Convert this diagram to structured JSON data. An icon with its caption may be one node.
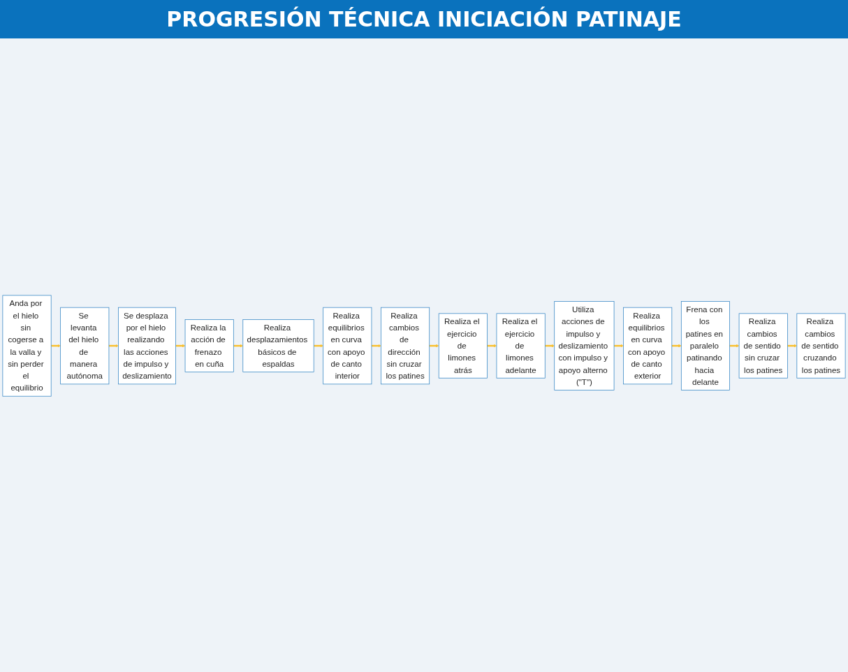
{
  "diagram": {
    "title": "PROGRESIÓN TÉCNICA INICIACIÓN PATINAJE",
    "nodes": [
      {
        "text": [
          "Anda por el hielo sin cogerse a la valla y sin perder el equilibrio"
        ]
      },
      {
        "text": [
          "Se levanta del hielo de manera autónoma"
        ]
      },
      {
        "text": [
          "Se desplaza por el hielo realizando las acciones de impulso y deslizamiento"
        ]
      },
      {
        "text": [
          "Realiza la acción de frenazo en cuña"
        ]
      },
      {
        "text": [
          "Realiza desplazamientos básicos de espaldas"
        ]
      },
      {
        "text": [
          "Utiliza acciones de impulso y deslizamiento con impulso y apoyo alterno (\"T\")"
        ]
      },
      {
        "text": [
          "Realiza el ejercicio de limones adelante"
        ]
      },
      {
        "text": [
          "Realiza el ejercicio de limones atrás"
        ]
      },
      {
        "text": [
          "Realiza cambios de dirección sin cruzar los patines"
        ]
      },
      {
        "text": [
          "Realiza equilibrios en curva con apoyo de canto interior"
        ]
      },
      {
        "text": [
          "Realiza equilibrios en curva con apoyo de canto exterior"
        ]
      },
      {
        "text": [
          "Frena con los patines en paralelo patinando hacia delante"
        ]
      },
      {
        "text": [
          "Realiza cambios de sentido sin cruzar los patines"
        ]
      },
      {
        "text": [
          "Realiza cambios de sentido cruzando los patines"
        ]
      }
    ],
    "edges": [
      {
        "from": 0,
        "to": 1,
        "arrow": "to"
      },
      {
        "from": 1,
        "to": 2,
        "arrow": "to"
      },
      {
        "from": 2,
        "to": 3,
        "arrow": "to"
      },
      {
        "from": 3,
        "to": 4,
        "arrow": "to"
      },
      {
        "from": 4,
        "to": 9,
        "arrow": "to"
      },
      {
        "from": 9,
        "to": 8,
        "arrow": "to"
      },
      {
        "from": 8,
        "to": 7,
        "arrow": "to"
      },
      {
        "from": 7,
        "to": 6,
        "arrow": "to"
      },
      {
        "from": 6,
        "to": 5,
        "arrow": "to"
      },
      {
        "from": 5,
        "to": 10,
        "arrow": "to"
      },
      {
        "from": 10,
        "to": 11,
        "arrow": "to"
      },
      {
        "from": 11,
        "to": 12,
        "arrow": "to"
      },
      {
        "from": 12,
        "to": 13,
        "arrow": "to"
      }
    ]
  }
}
